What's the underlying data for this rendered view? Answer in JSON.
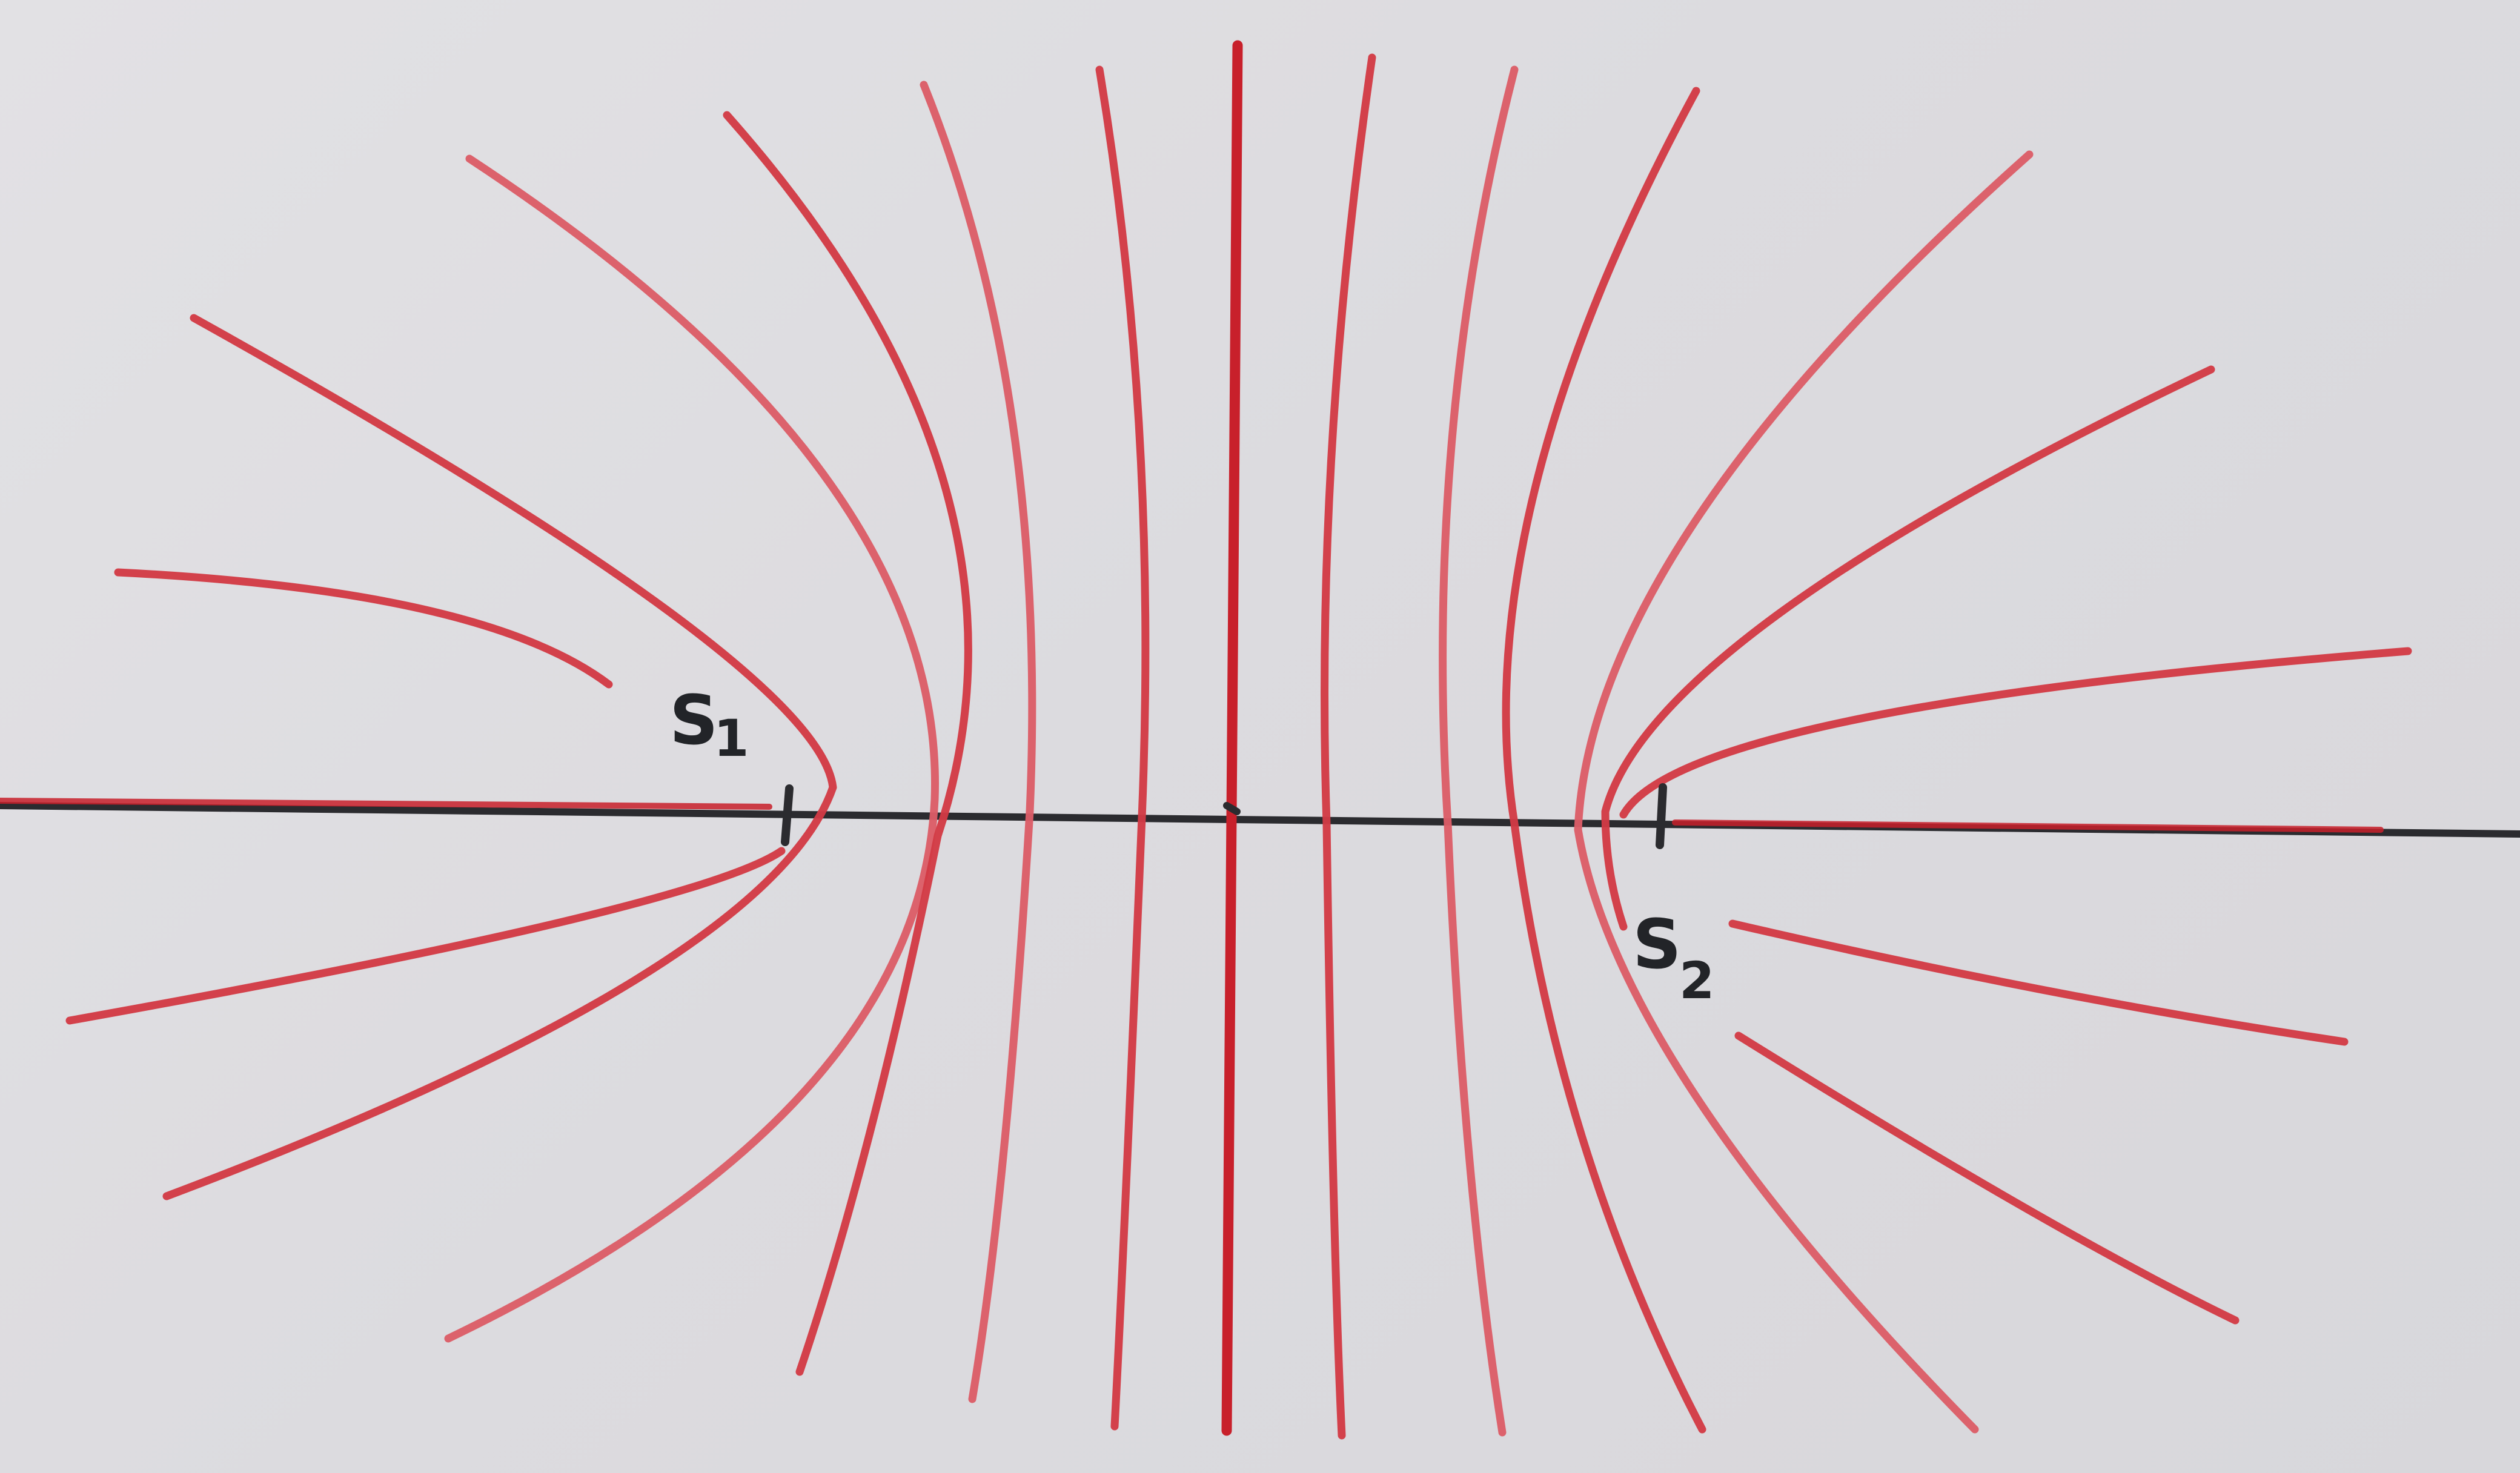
{
  "diagram": {
    "labels": {
      "focus_1": {
        "letter": "S",
        "subscript": "1"
      },
      "focus_2": {
        "letter": "S",
        "subscript": "2"
      }
    },
    "colors": {
      "paper": "#dddcdf",
      "curve": "#d23a45",
      "curve_light": "#dc5d67",
      "axis": "#2b2b2f",
      "bisector": "#c8202b",
      "label": "#222428"
    }
  }
}
